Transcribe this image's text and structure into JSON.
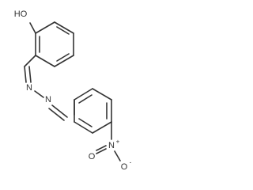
{
  "molecule": {
    "atoms": {
      "hydroxyl": "HO",
      "azine_n1": "N",
      "azine_n2": "N",
      "nitro_n": "N",
      "nitro_n_charge": "+",
      "nitro_o1": "O",
      "nitro_o2": "O",
      "nitro_o2_charge": "-"
    }
  }
}
